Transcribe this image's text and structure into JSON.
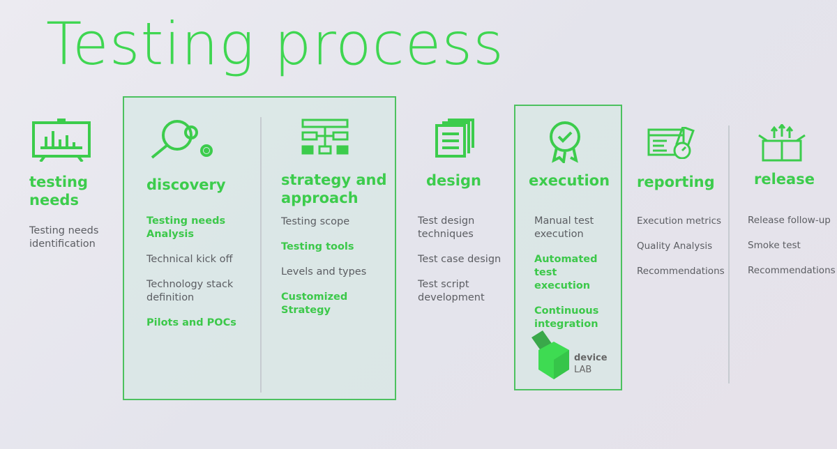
{
  "title": "Testing process",
  "colors": {
    "accent": "#3ccc4c",
    "text": "#5b5d62"
  },
  "columns": [
    {
      "name": "testing needs",
      "icon": "monitor-chart-icon",
      "items": [
        {
          "text": "Testing needs identification",
          "highlight": false
        }
      ]
    },
    {
      "name": "discovery",
      "icon": "magnifier-gears-icon",
      "items": [
        {
          "text": "Testing needs Analysis",
          "highlight": true
        },
        {
          "text": "Technical kick off",
          "highlight": false
        },
        {
          "text": "Technology stack definition",
          "highlight": false
        },
        {
          "text": "Pilots and POCs",
          "highlight": true
        }
      ]
    },
    {
      "name": "strategy and approach",
      "icon": "flowchart-icon",
      "items": [
        {
          "text": "Testing scope",
          "highlight": false
        },
        {
          "text": "Testing tools",
          "highlight": true
        },
        {
          "text": "Levels and types",
          "highlight": false
        },
        {
          "text": "Customized Strategy",
          "highlight": true
        }
      ]
    },
    {
      "name": "design",
      "icon": "documents-icon",
      "items": [
        {
          "text": "Test design techniques",
          "highlight": false
        },
        {
          "text": "Test case design",
          "highlight": false
        },
        {
          "text": "Test script development",
          "highlight": false
        }
      ]
    },
    {
      "name": "execution",
      "icon": "award-check-icon",
      "items": [
        {
          "text": "Manual test execution",
          "highlight": false
        },
        {
          "text": "Automated test execution",
          "highlight": true
        },
        {
          "text": "Continuous integration",
          "highlight": true
        }
      ]
    },
    {
      "name": "reporting",
      "icon": "report-gauge-icon",
      "items": [
        {
          "text": "Execution metrics",
          "highlight": false
        },
        {
          "text": "Quality Analysis",
          "highlight": false
        },
        {
          "text": "Recommendations",
          "highlight": false
        }
      ]
    },
    {
      "name": "release",
      "icon": "box-arrows-icon",
      "items": [
        {
          "text": "Release follow-up",
          "highlight": false
        },
        {
          "text": "Smoke test",
          "highlight": false
        },
        {
          "text": "Recommendations",
          "highlight": false
        }
      ]
    }
  ],
  "logo": {
    "line1": "device",
    "line2": "LAB"
  }
}
